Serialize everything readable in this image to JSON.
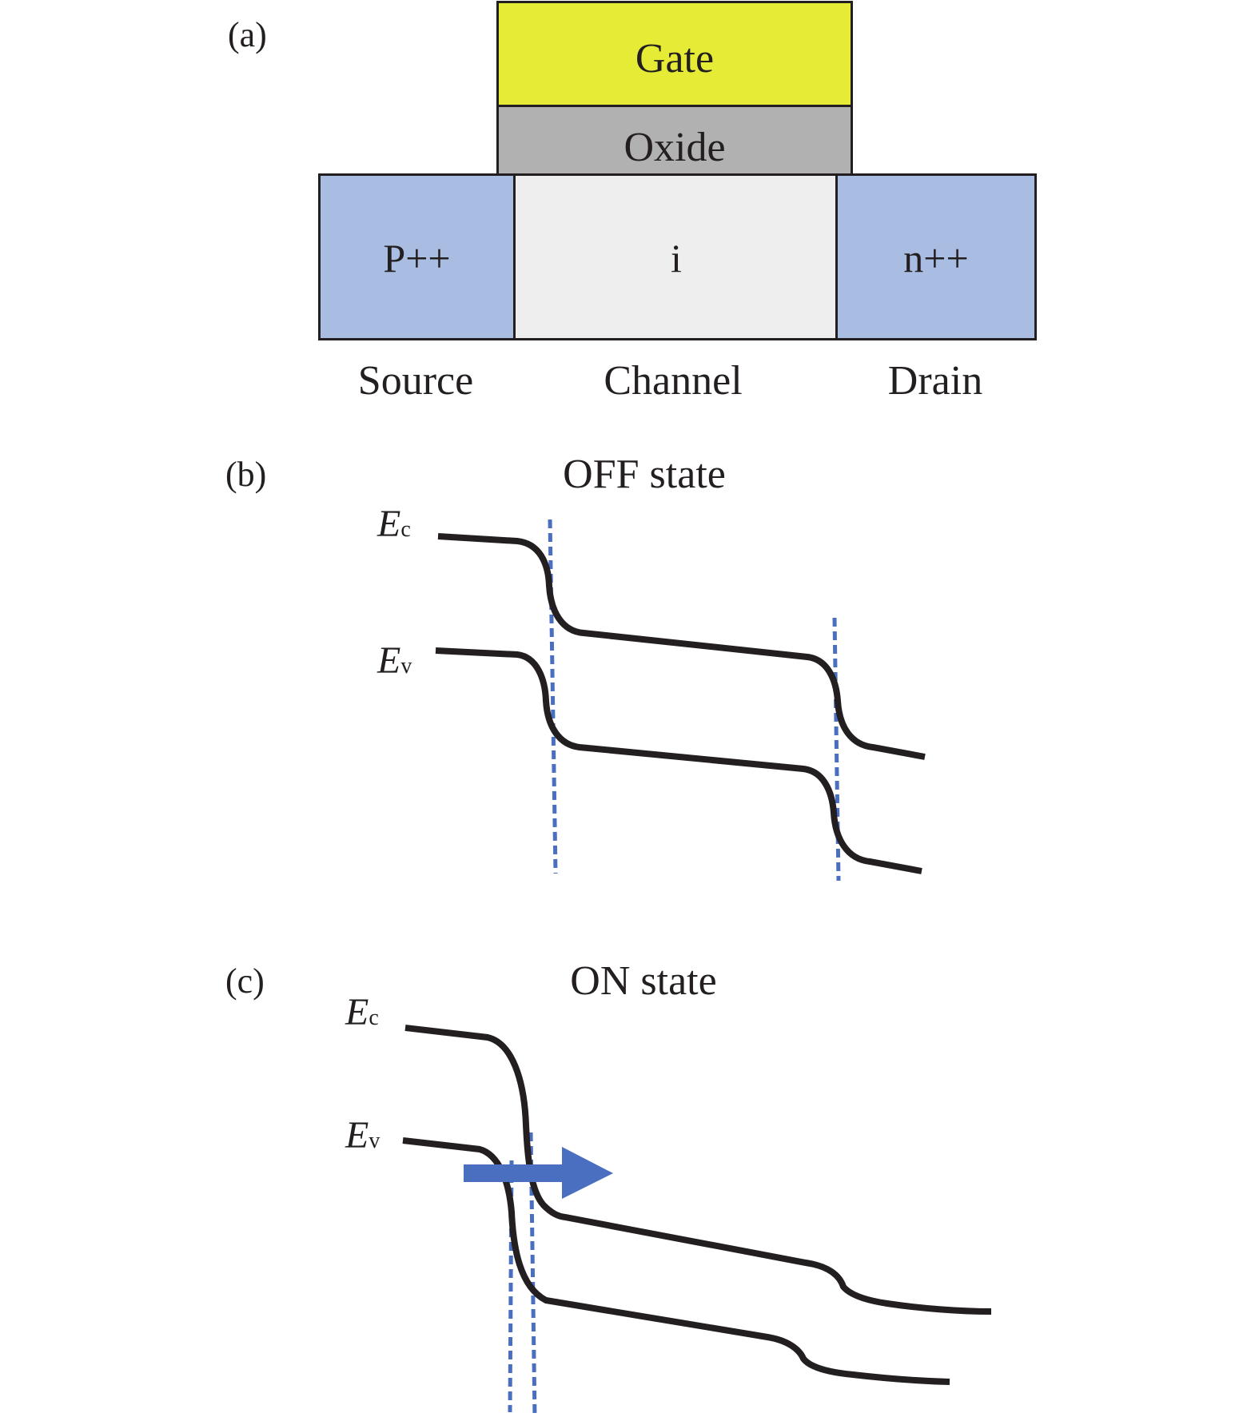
{
  "panels": {
    "a": {
      "label": "(a)",
      "layers": {
        "gate": "Gate",
        "oxide": "Oxide",
        "source_doping": "P++",
        "channel_doping": "i",
        "drain_doping": "n++"
      },
      "region_labels": {
        "source": "Source",
        "channel": "Channel",
        "drain": "Drain"
      }
    },
    "b": {
      "label": "(b)",
      "title": "OFF state",
      "ec_symbol": "E",
      "ec_subscript": "c",
      "ev_symbol": "E",
      "ev_subscript": "v"
    },
    "c": {
      "label": "(c)",
      "title": "ON state",
      "ec_symbol": "E",
      "ec_subscript": "c",
      "ev_symbol": "E",
      "ev_subscript": "v",
      "arrow": "tunneling-arrow"
    }
  },
  "colors": {
    "gate": "#e6ec36",
    "oxide": "#b1b1b1",
    "doped_region": "#a9bce2",
    "intrinsic_region": "#eeeeee",
    "outline": "#231f20",
    "band_line": "#231f20",
    "junction_dash": "#4a6fc0",
    "arrow": "#4a6fc0"
  }
}
